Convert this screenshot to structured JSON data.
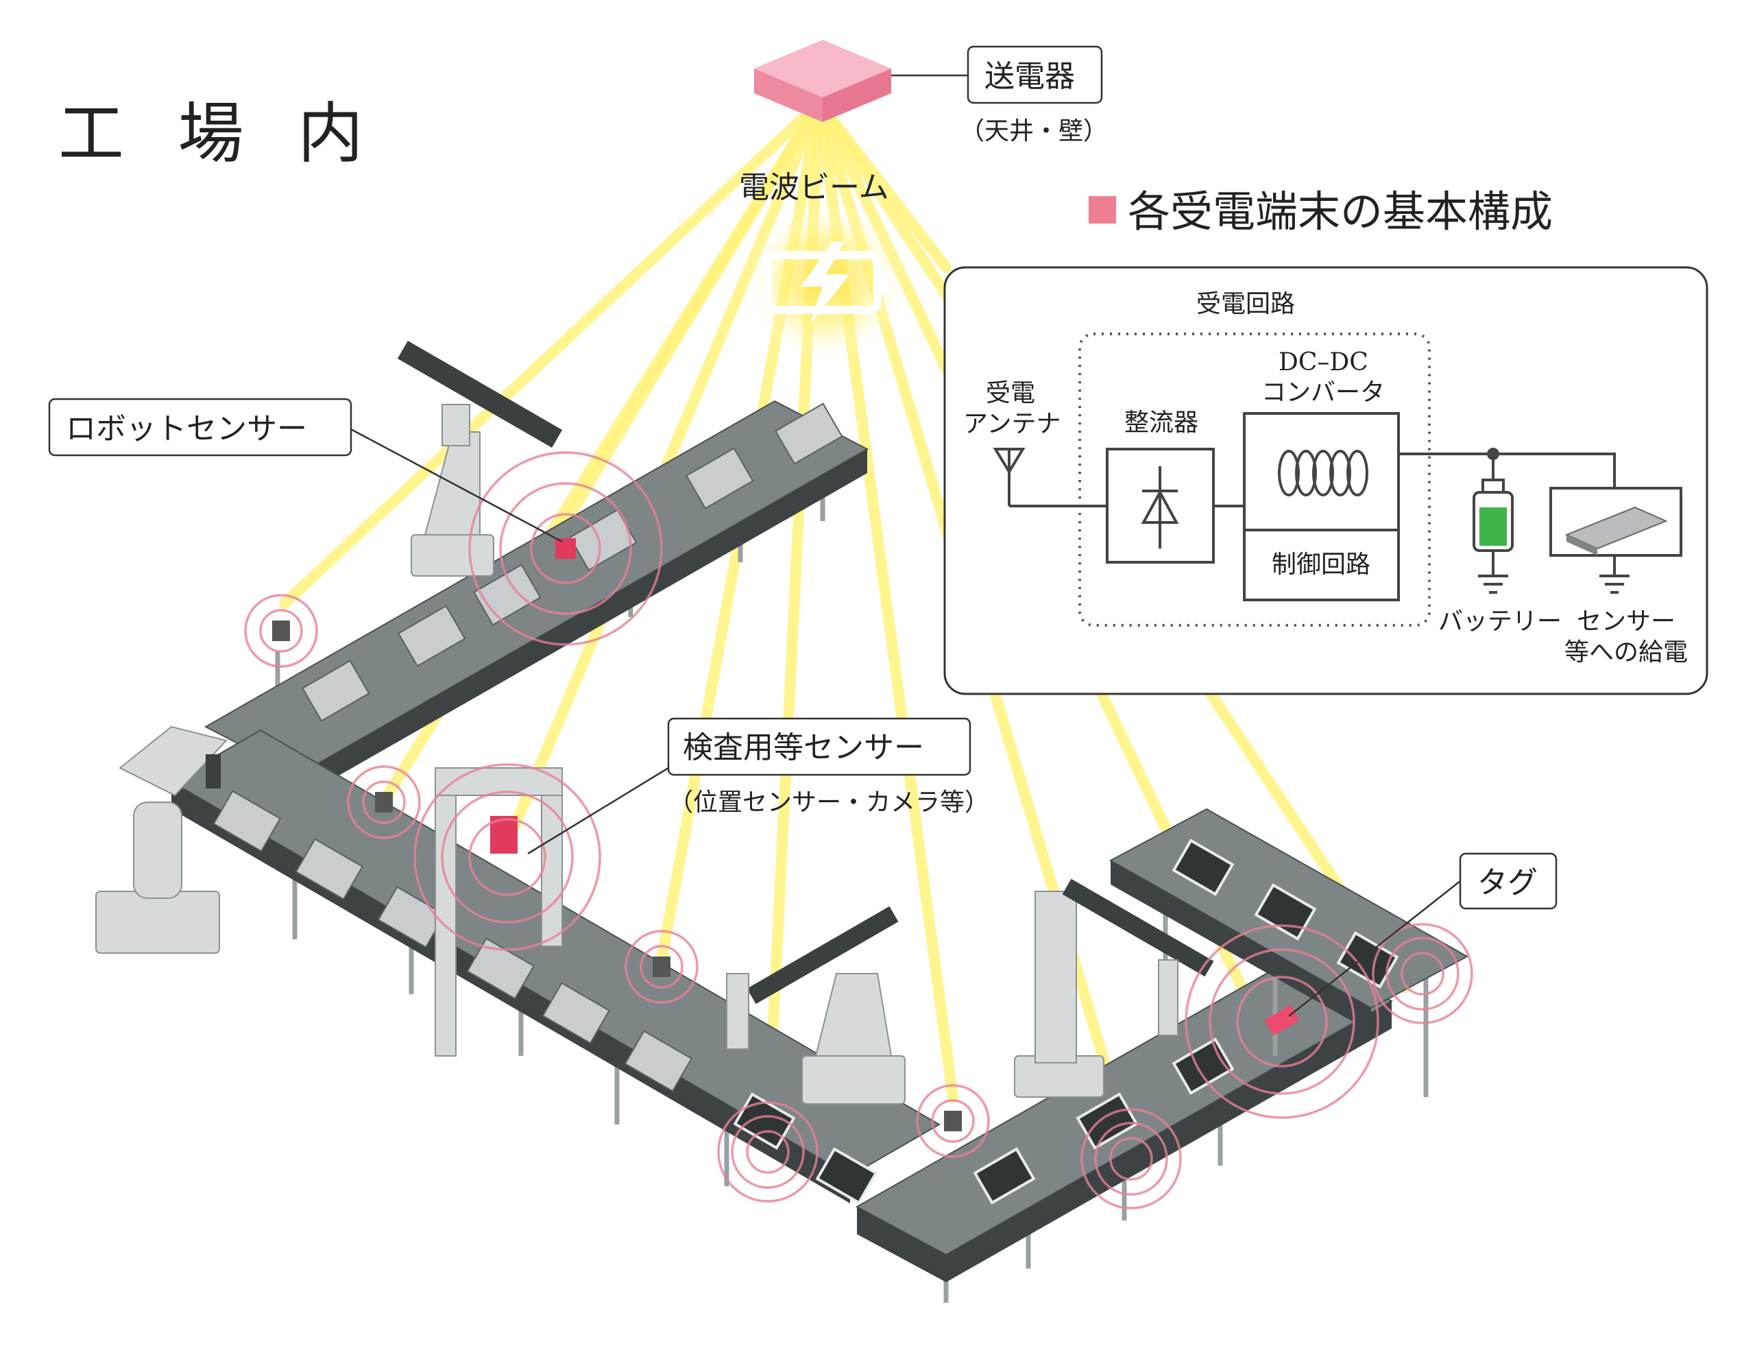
{
  "title": "工 場 内",
  "transmitter": {
    "label": "送電器",
    "sublabel": "（天井・壁）"
  },
  "beam_label": "電波ビーム",
  "callouts": {
    "robot_sensor": "ロボットセンサー",
    "inspection_sensor": "検査用等センサー",
    "inspection_sensor_sub": "（位置センサー・カメラ等）",
    "tag": "タグ"
  },
  "panel": {
    "heading": "各受電端末の基本構成",
    "circuit_label": "受電回路",
    "antenna_label_line1": "受電",
    "antenna_label_line2": "アンテナ",
    "rectifier_label": "整流器",
    "dcdc_label_line1": "DC–DC",
    "dcdc_label_line2": "コンバータ",
    "control_label": "制御回路",
    "battery_label": "バッテリー",
    "supply_label_line1": "センサー",
    "supply_label_line2": "等への給電"
  },
  "colors": {
    "accent_pink": "#ee7f92",
    "transmitter_pink": "#f4a8bb",
    "beam_yellow": "#fff27a",
    "battery_green": "#3fb449",
    "belt_gray": "#6e7576"
  }
}
